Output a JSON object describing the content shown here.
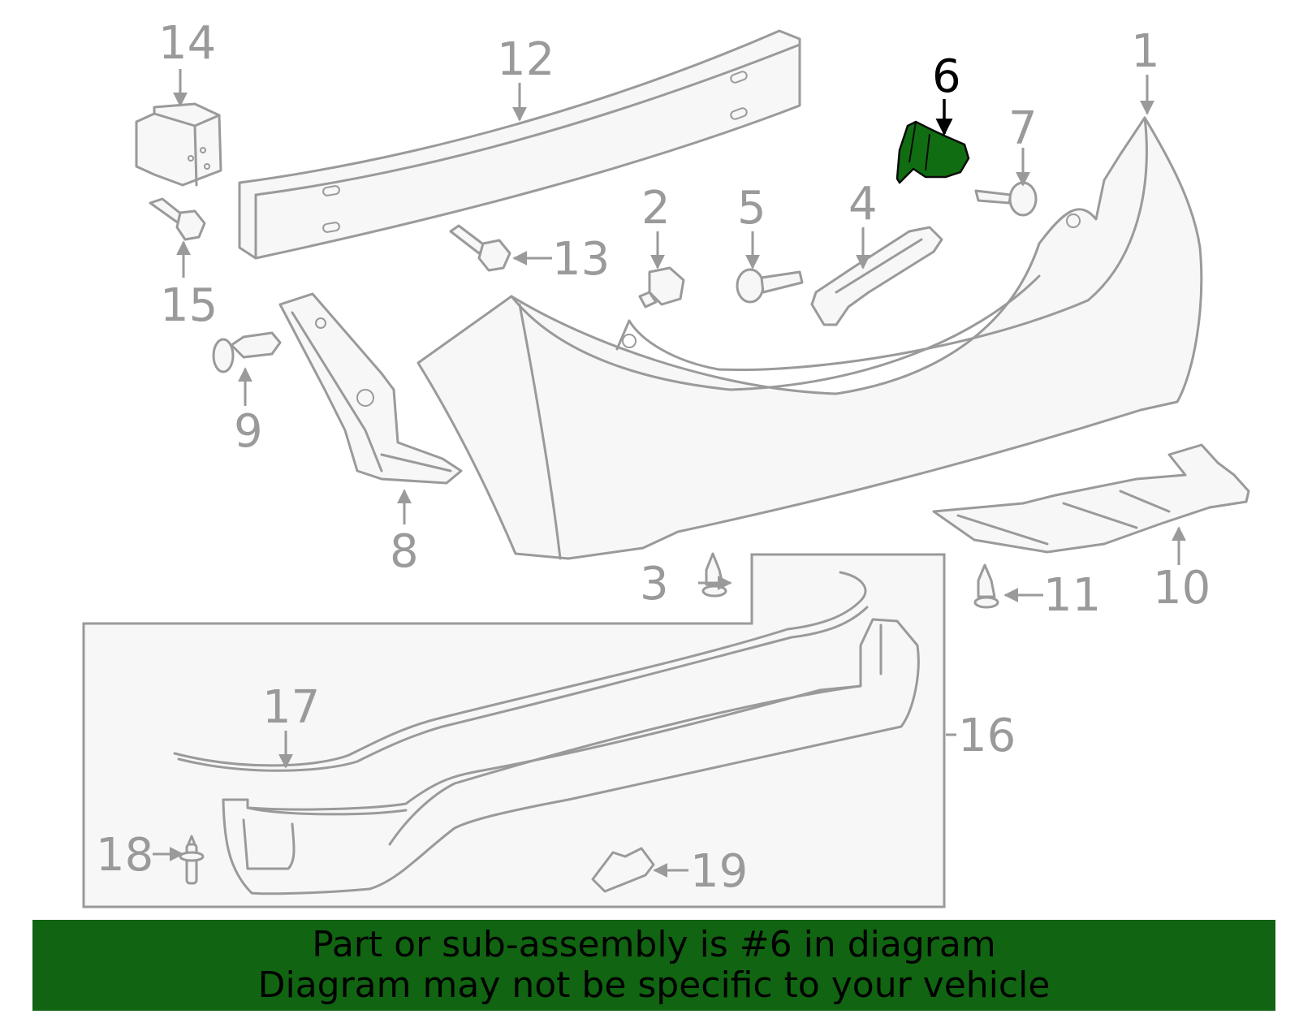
{
  "callouts": {
    "c1": "1",
    "c2": "2",
    "c3": "3",
    "c4": "4",
    "c5": "5",
    "c6": "6",
    "c7": "7",
    "c8": "8",
    "c9": "9",
    "c10": "10",
    "c11": "11",
    "c12": "12",
    "c13": "13",
    "c14": "14",
    "c15": "15",
    "c16": "16",
    "c17": "17",
    "c18": "18",
    "c19": "19"
  },
  "highlighted_part": "6",
  "colors": {
    "highlight": "#116d11",
    "banner": "#116411",
    "line": "#9a9a9a"
  },
  "banner": {
    "line1": "Part or sub-assembly is #6 in diagram",
    "line2": "Diagram may not be specific to your vehicle"
  }
}
